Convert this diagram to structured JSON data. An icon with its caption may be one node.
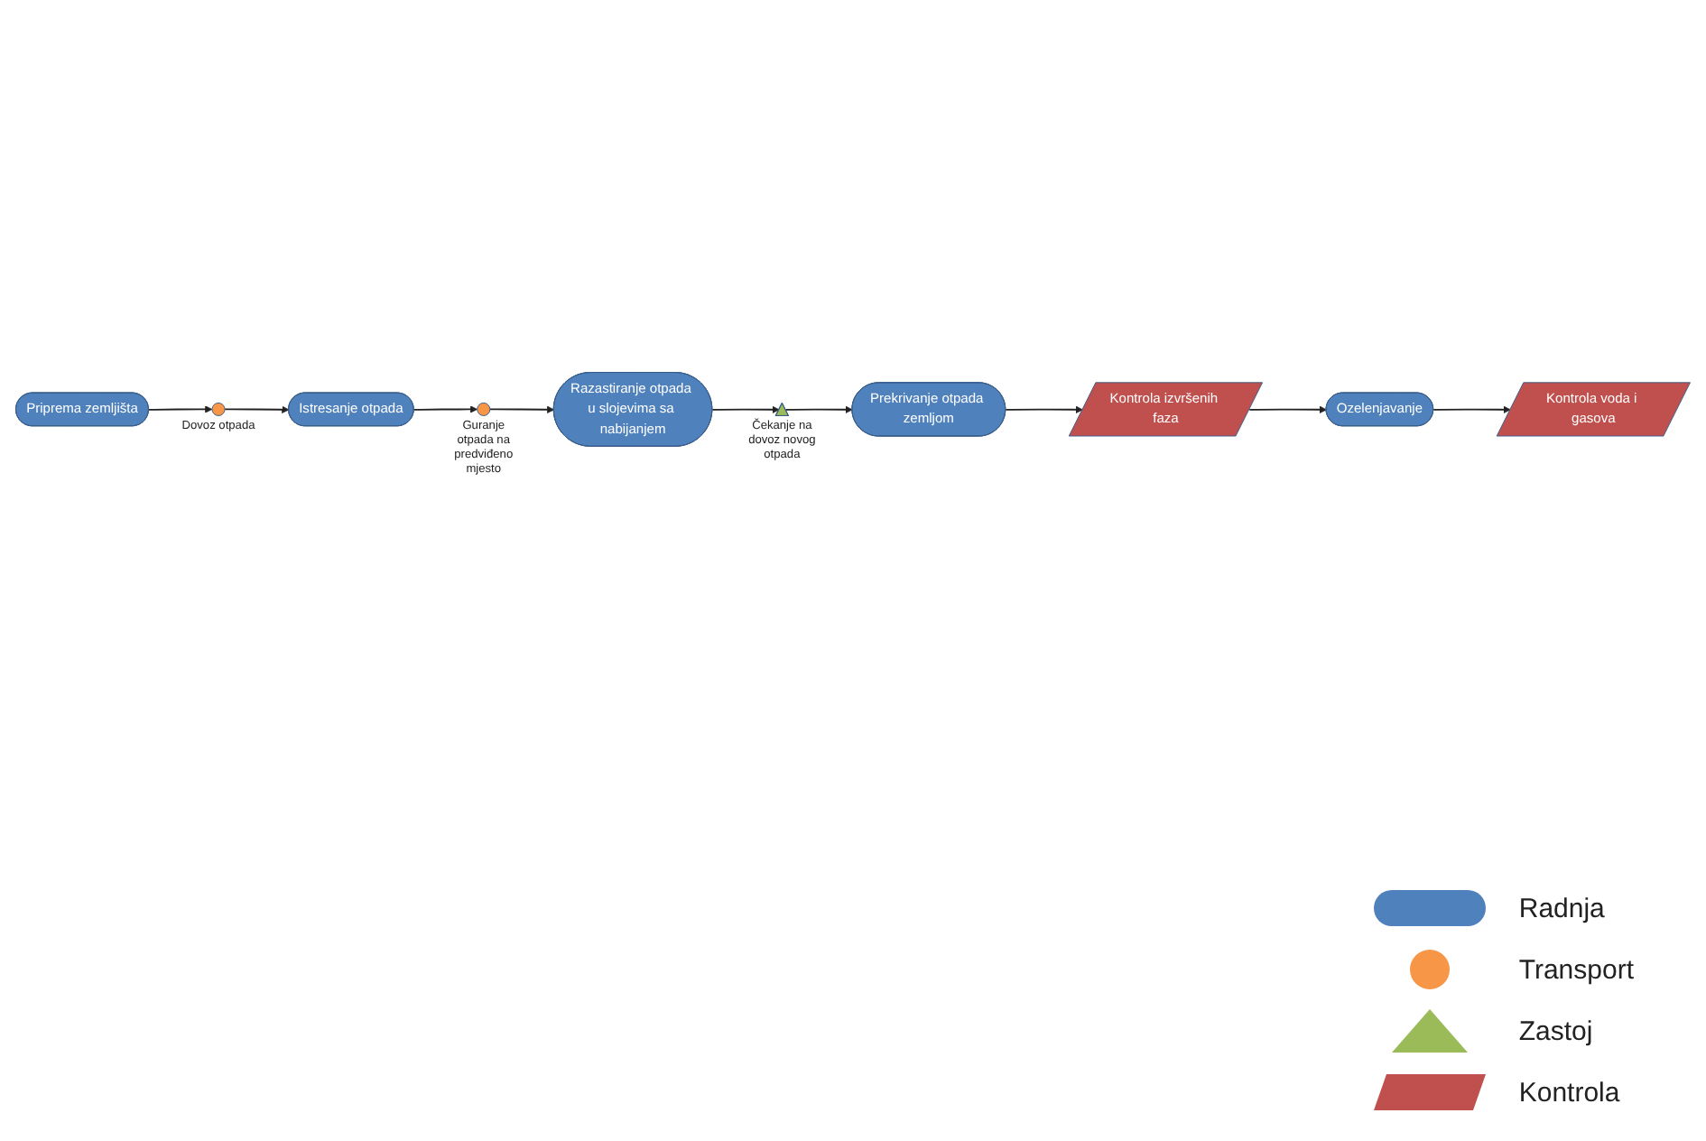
{
  "diagram": {
    "nodes": [
      {
        "text": [
          "Priprema zemljišta"
        ]
      },
      {
        "text": [],
        "shape": "circle",
        "beside": [
          "Dovoz otpada"
        ]
      },
      {
        "text": [
          "Istresanje otpada"
        ]
      },
      {
        "text": [],
        "shape": "circle",
        "beside": [
          "Guranje otpada na predviđeno mjesto"
        ]
      },
      {
        "text": [
          "Razastiranje otpada u slojevima sa nabijanjem"
        ]
      },
      {
        "text": [],
        "shape": "triangle",
        "beside": [
          "Čekanje na dovoz novog otpada"
        ]
      },
      {
        "text": [
          "Prekrivanje otpada zemljom"
        ]
      },
      {
        "text": [
          "Kontrola izvršenih faza"
        ]
      },
      {
        "text": [
          "Ozelenjavanje"
        ]
      },
      {
        "text": [
          "Kontrola voda i gasova"
        ]
      }
    ],
    "edges": [
      {
        "from": 0,
        "to": 1,
        "arrow": "to"
      },
      {
        "from": 1,
        "to": 2,
        "arrow": "to"
      },
      {
        "from": 2,
        "to": 3,
        "arrow": "to"
      },
      {
        "from": 3,
        "to": 4,
        "arrow": "to"
      },
      {
        "from": 4,
        "to": 5,
        "arrow": "to"
      },
      {
        "from": 5,
        "to": 6,
        "arrow": "to"
      },
      {
        "from": 6,
        "to": 7,
        "arrow": "to"
      },
      {
        "from": 7,
        "to": 8,
        "arrow": "to"
      },
      {
        "from": 8,
        "to": 9,
        "arrow": "to"
      }
    ],
    "legend": [
      {
        "text": "Radnja"
      },
      {
        "text": "Transport"
      },
      {
        "text": "Zastoj"
      },
      {
        "text": "Kontrola"
      }
    ]
  }
}
